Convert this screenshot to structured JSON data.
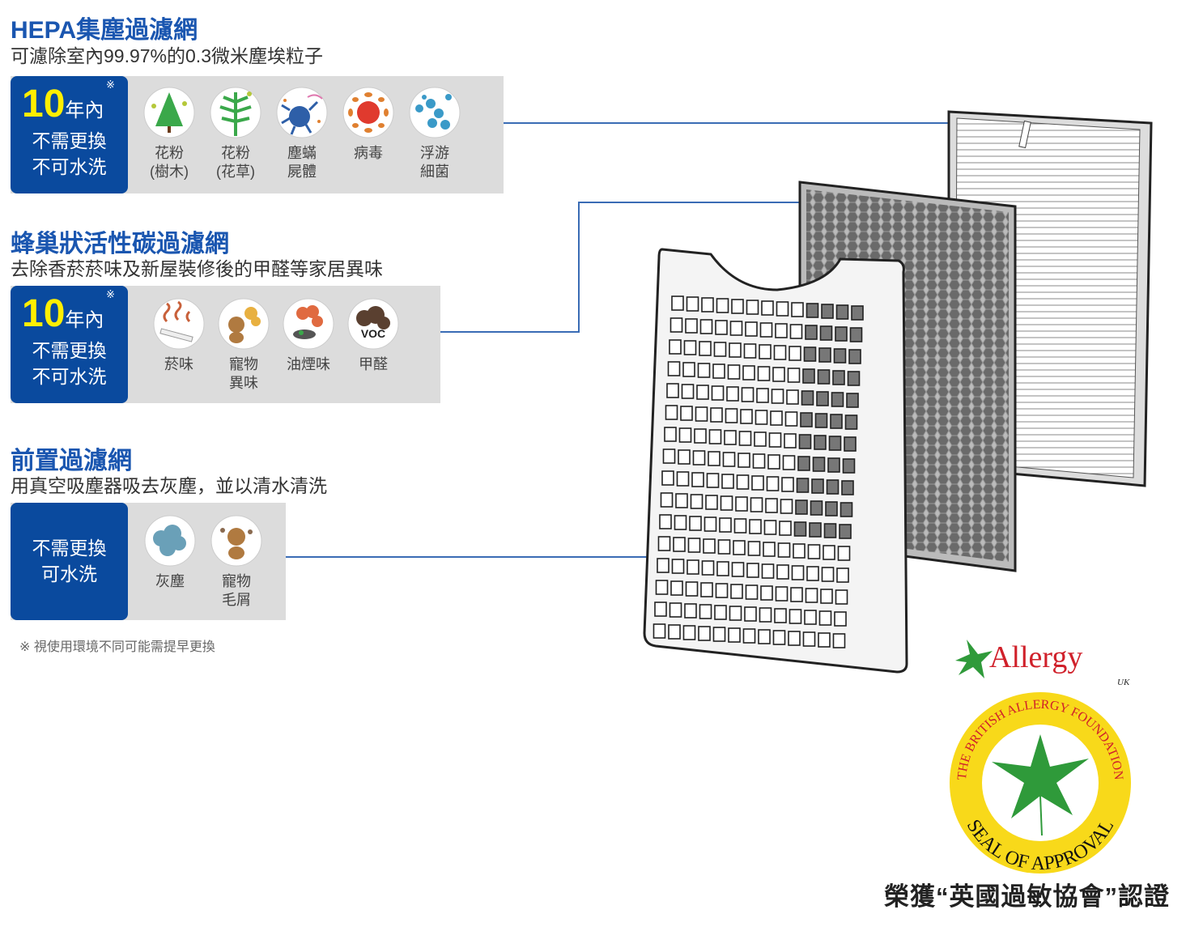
{
  "hepa": {
    "title": "HEPA集塵過濾網",
    "subtitle": "可濾除室內99.97%的0.3微米塵埃粒子",
    "years": "10",
    "years_unit": "年內",
    "mark": "※",
    "line1": "不需更換",
    "line2": "不可水洗",
    "items": [
      {
        "label": "花粉\n(樹木)",
        "icon": "tree-pollen-icon"
      },
      {
        "label": "花粉\n(花草)",
        "icon": "grass-pollen-icon"
      },
      {
        "label": "塵蟎\n屍體",
        "icon": "dust-mite-icon"
      },
      {
        "label": "病毒",
        "icon": "virus-icon"
      },
      {
        "label": "浮游\n細菌",
        "icon": "bacteria-icon"
      }
    ]
  },
  "carbon": {
    "title": "蜂巢狀活性碳過濾網",
    "subtitle": "去除香菸菸味及新屋裝修後的甲醛等家居異味",
    "years": "10",
    "years_unit": "年內",
    "mark": "※",
    "line1": "不需更換",
    "line2": "不可水洗",
    "items": [
      {
        "label": "菸味",
        "icon": "cigarette-icon"
      },
      {
        "label": "寵物\n異味",
        "icon": "pet-odor-icon"
      },
      {
        "label": "油煙味",
        "icon": "cooking-fume-icon"
      },
      {
        "label": "甲醛",
        "icon": "voc-icon",
        "badge": "VOC"
      }
    ]
  },
  "prefilter": {
    "title": "前置過濾網",
    "subtitle": "用真空吸塵器吸去灰塵，並以清水清洗",
    "line1": "不需更換",
    "line2": "可水洗",
    "items": [
      {
        "label": "灰塵",
        "icon": "dust-icon"
      },
      {
        "label": "寵物\n毛屑",
        "icon": "pet-hair-icon"
      }
    ]
  },
  "footnote": "※ 視使用環境不同可能需提早更換",
  "seal": {
    "brand": "Allergy",
    "country": "UK",
    "ring_top": "THE BRITISH ALLERGY FOUNDATION",
    "ring_bottom": "SEAL OF APPROVAL"
  },
  "caption": "榮獲“英國過敏協會”認證",
  "colors": {
    "accent": "#1a56b0",
    "box": "#0a4a9e",
    "highlight": "#ffef00",
    "panel": "#dcdcdc"
  }
}
